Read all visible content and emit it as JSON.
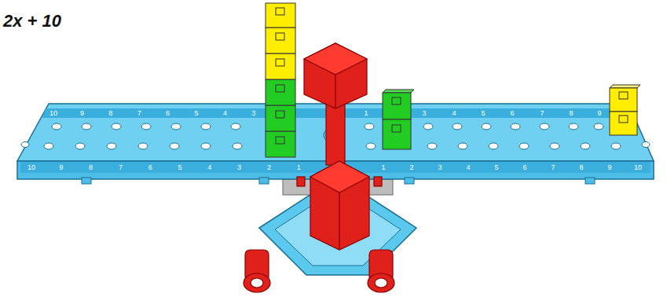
{
  "diagram": {
    "title": "2x + 10",
    "labels": [
      "10",
      "9",
      "8",
      "7",
      "6",
      "5",
      "4",
      "3",
      "1",
      "3",
      "4",
      "5",
      "6",
      "7",
      "8",
      "9",
      "10",
      "9",
      "8",
      "7",
      "6",
      "5",
      "4",
      "3",
      "2",
      "1",
      "1",
      "2",
      "3",
      "4",
      "5",
      "6",
      "7",
      "8",
      "9",
      "10"
    ]
  }
}
